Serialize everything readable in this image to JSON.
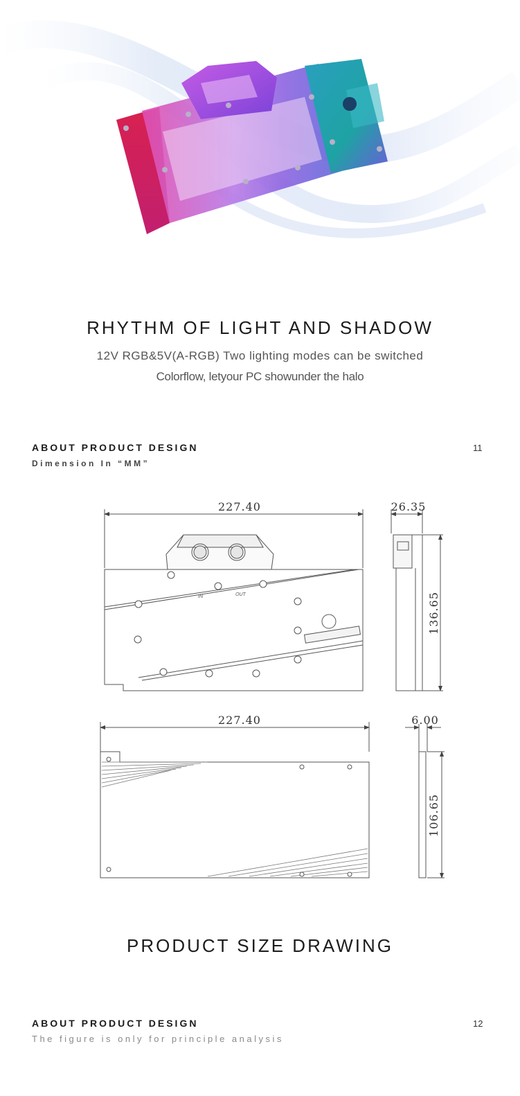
{
  "hero": {
    "title": "RHYTHM OF LIGHT AND SHADOW",
    "line1": "12V RGB&5V(A-RGB) Two lighting modes can be switched",
    "line2": "Colorflow, letyour PC showunder the halo",
    "colors": {
      "magenta": "#d24fd6",
      "violet": "#8b4fe8",
      "teal": "#1fa7b0",
      "red": "#c4234f"
    }
  },
  "section1": {
    "heading": "ABOUT PRODUCT DESIGN",
    "subheading": "Dimension In “MM”",
    "page": "11"
  },
  "drawing": {
    "front_width": "227.40",
    "front_depth": "26.35",
    "front_height": "136.65",
    "back_width": "227.40",
    "back_depth": "6.00",
    "back_height": "106.65",
    "label_in": "IN",
    "label_out": "OUT"
  },
  "size_title": "PRODUCT SIZE DRAWING",
  "section2": {
    "heading": "ABOUT PRODUCT DESIGN",
    "subheading": "The figure is only for principle analysis",
    "page": "12"
  }
}
